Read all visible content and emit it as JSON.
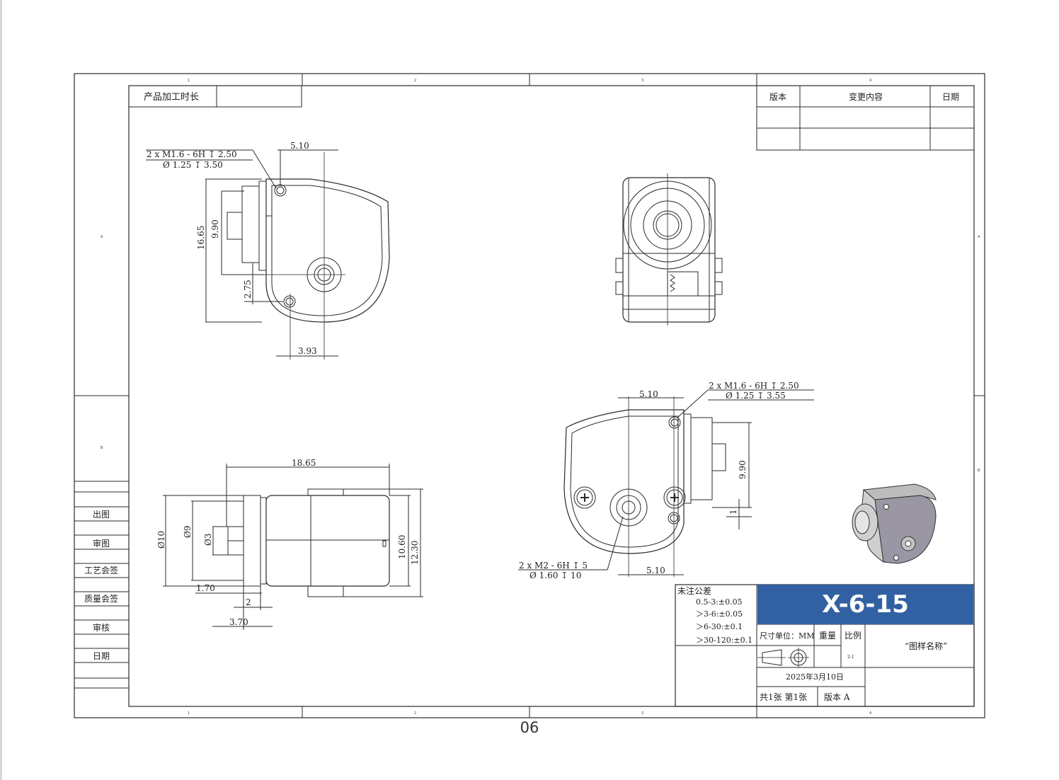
{
  "frame": {
    "zone_numbers_top": [
      "1",
      "2",
      "3",
      "4"
    ],
    "zone_numbers_bottom": [
      "1",
      "2",
      "3",
      "4"
    ],
    "zone_letters_left": [
      "A",
      "B"
    ],
    "zone_letters_right": [
      "A",
      "B"
    ]
  },
  "process_box": {
    "label": "产品加工时长",
    "value": ""
  },
  "revision_table": {
    "headers": [
      "版本",
      "变更内容",
      "日期"
    ],
    "rows": [
      [
        "",
        "",
        ""
      ],
      [
        "",
        "",
        ""
      ]
    ]
  },
  "side_table": {
    "rows": [
      "出图",
      "审图",
      "工艺会签",
      "质量会签",
      "审核",
      "日期"
    ]
  },
  "view_top_left": {
    "thread_note_line1": "2 x M1.6 - 6H ↧ 2.50",
    "thread_note_line2": "Ø 1.25 ↧ 3.50",
    "dim_510": "5.10",
    "dim_1665": "16.65",
    "dim_990": "9.90",
    "dim_275": "2.75",
    "dim_393": "3.93"
  },
  "view_bottom_left": {
    "dim_1865": "18.65",
    "dim_d10": "Ø10",
    "dim_d9": "Ø9",
    "dim_d3": "Ø3",
    "dim_170": "1.70",
    "dim_2": "2",
    "dim_370": "3.70",
    "dim_1060": "10.60",
    "dim_1230": "12.30"
  },
  "view_bottom_middle": {
    "dim_510_top": "5.10",
    "thread_note_line1": "2 x M1.6 - 6H ↧ 2.50",
    "thread_note_line2": "Ø 1.25 ↧ 3.55",
    "dim_990": "9.90",
    "dim_1": "1",
    "screw_note_line1": "2 x  M2 - 6H ↧ 5",
    "screw_note_line2": "Ø 1.60 ↧ 10",
    "dim_510_bottom": "5.10"
  },
  "title_block": {
    "tolerance_title": "未注公差",
    "tolerances": [
      "0.5-3:±0.05",
      "＞3-6:±0.05",
      "＞6-30:±0.1",
      "＞30-120:±0.1"
    ],
    "drawing_number": "X-6-15",
    "unit_label": "尺寸单位：MM",
    "weight_label": "重量",
    "scale_label": "比例",
    "scale_value": "2:1",
    "drawing_name": "“图样名称”",
    "date": "2025年3月10日",
    "sheets": "共1张  第1张",
    "version": "版本  A"
  },
  "page_number": "06"
}
